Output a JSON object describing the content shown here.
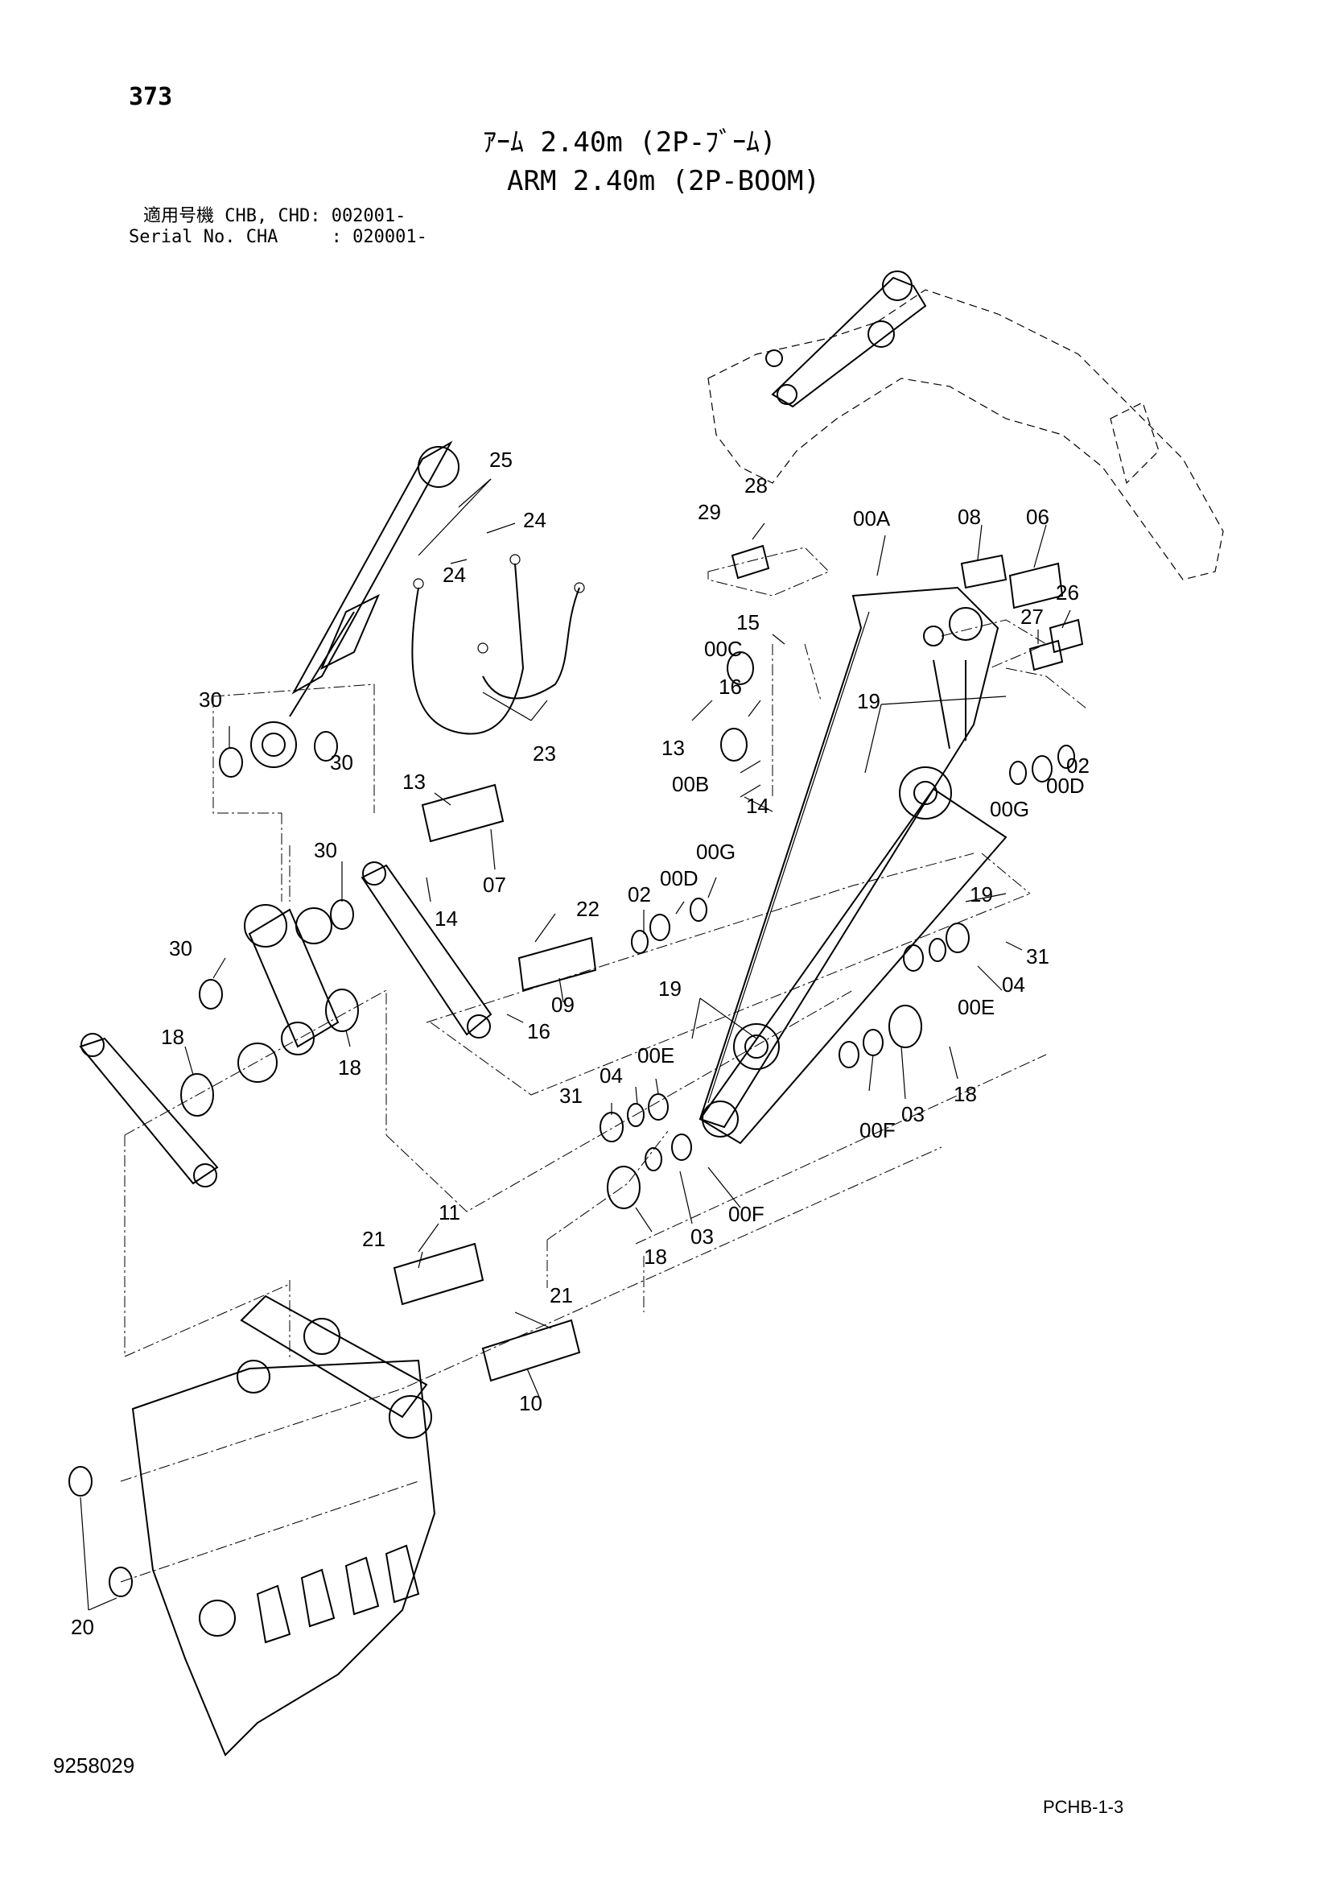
{
  "header": {
    "page_number": "373",
    "title_jp": "ｱｰﾑ 2.40m (2P-ﾌﾞｰﾑ)",
    "title_en": "ARM 2.40m (2P-BOOM)",
    "serial_line_1": "適用号機 CHB, CHD: 002001-",
    "serial_line_2": "Serial No. CHA     : 020001-"
  },
  "footer": {
    "doc_number": "9258029",
    "sheet_code": "PCHB-1-3"
  },
  "callouts": {
    "c25": "25",
    "c24a": "24",
    "c24b": "24",
    "c23": "23",
    "c29": "29",
    "c28": "28",
    "c00A": "00A",
    "c08": "08",
    "c06": "06",
    "c26": "26",
    "c27": "27",
    "c15": "15",
    "c00C": "00C",
    "c16a": "16",
    "c19a": "19",
    "c13a": "13",
    "c00B": "00B",
    "c14a": "14",
    "c00Ga": "00G",
    "c00Da": "00D",
    "c02a": "02",
    "c30a": "30",
    "c30b": "30",
    "c13b": "13",
    "c07": "07",
    "c14b": "14",
    "c30c": "30",
    "c30d": "30",
    "c22": "22",
    "c09": "09",
    "c16b": "16",
    "c00Gb": "00G",
    "c00Db": "00D",
    "c02b": "02",
    "c19b": "19",
    "c31a": "31",
    "c04a": "04",
    "c00Ea": "00E",
    "c19c": "19",
    "c18a": "18",
    "c18b": "18",
    "c31b": "31",
    "c04b": "04",
    "c00Eb": "00E",
    "c03a": "03",
    "c00Fa": "00F",
    "c18c": "18",
    "c18d": "18",
    "c03b": "03",
    "c00Fb": "00F",
    "c11": "11",
    "c21a": "21",
    "c21b": "21",
    "c10": "10",
    "c20": "20"
  }
}
